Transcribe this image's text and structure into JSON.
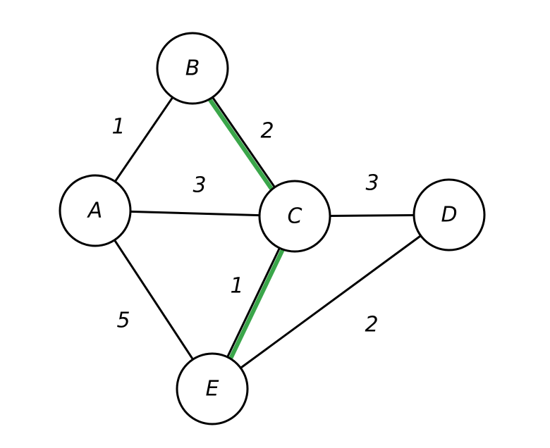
{
  "graph": {
    "highlight_color": "#3aa64a",
    "nodes": [
      {
        "id": "A",
        "label": "A"
      },
      {
        "id": "B",
        "label": "B"
      },
      {
        "id": "C",
        "label": "C"
      },
      {
        "id": "D",
        "label": "D"
      },
      {
        "id": "E",
        "label": "E"
      }
    ],
    "edges": [
      {
        "from": "A",
        "to": "B",
        "weight": "1",
        "highlighted": false
      },
      {
        "from": "B",
        "to": "C",
        "weight": "2",
        "highlighted": true
      },
      {
        "from": "A",
        "to": "C",
        "weight": "3",
        "highlighted": false
      },
      {
        "from": "C",
        "to": "D",
        "weight": "3",
        "highlighted": false
      },
      {
        "from": "C",
        "to": "E",
        "weight": "1",
        "highlighted": true
      },
      {
        "from": "A",
        "to": "E",
        "weight": "5",
        "highlighted": false
      },
      {
        "from": "D",
        "to": "E",
        "weight": "2",
        "highlighted": false
      }
    ]
  }
}
